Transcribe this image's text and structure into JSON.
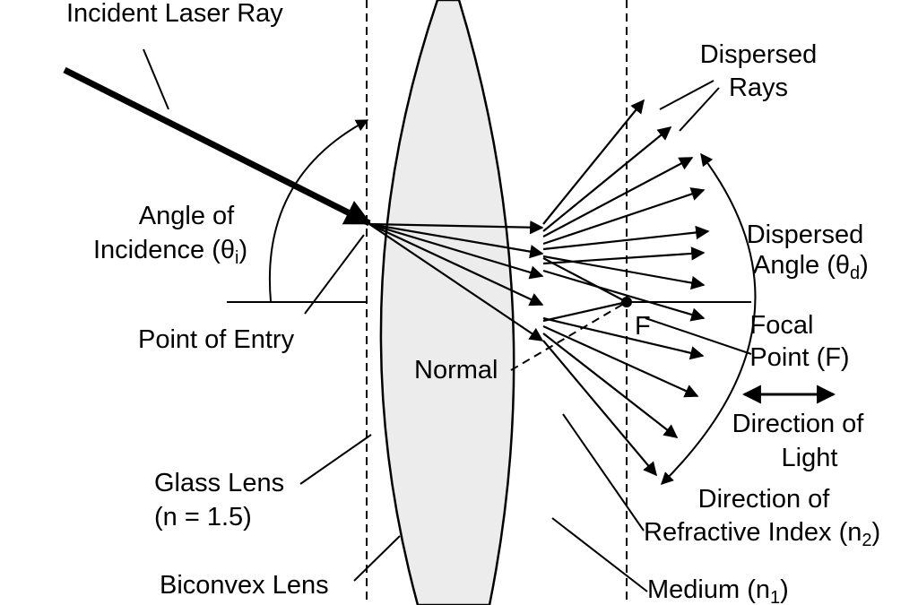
{
  "labels": {
    "incident_ray": "Incident Laser Ray",
    "dispersed_rays_line1": "Dispersed",
    "dispersed_rays_line2": "Rays",
    "angle_incidence_line1": "Angle of",
    "angle_incidence_line2": "Incidence (θ",
    "angle_incidence_sub": "i",
    "angle_incidence_close": ")",
    "point_of_entry": "Point of Entry",
    "normal": "Normal",
    "dispersed_angle_line1": "Dispersed",
    "dispersed_angle_line2": "Angle (θ",
    "dispersed_angle_sub": "d",
    "dispersed_angle_close": ")",
    "focal_letter": "F",
    "focal_point_line1": "Focal",
    "focal_point_line2": "Point (F)",
    "direction_light_line1": "Direction of",
    "direction_light_line2": "Light",
    "direction_refr_line1": "Direction of",
    "direction_refr_line2": "Refractive Index (n",
    "direction_refr_sub": "2",
    "direction_refr_close": ")",
    "glass_lens_line1": "Glass Lens",
    "glass_lens_line2": "(n = 1.5)",
    "biconvex_lens": "Biconvex Lens",
    "medium": "Medium (n",
    "medium_sub": "1",
    "medium_close": ")"
  },
  "colors": {
    "lens_fill": "#ececec",
    "ink": "#000000",
    "background": "#ffffff"
  }
}
